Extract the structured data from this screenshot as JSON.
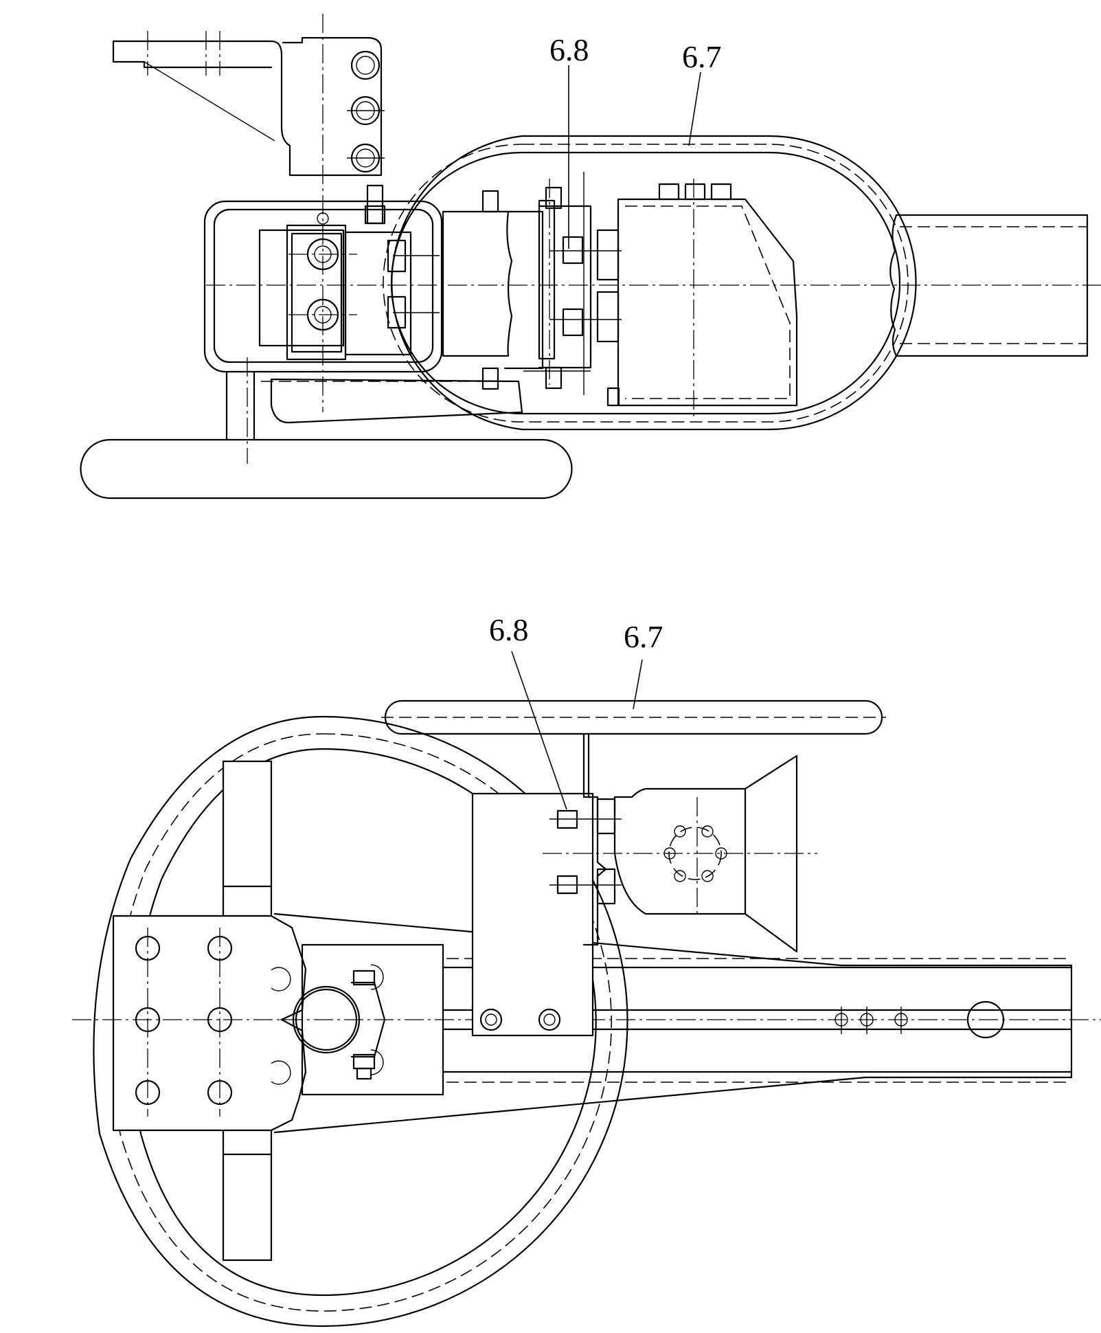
{
  "drawing": {
    "background_color": "#ffffff",
    "line_color": "#000000",
    "top_view": {
      "label_68": "6.8",
      "label_67": "6.7"
    },
    "bottom_view": {
      "label_68": "6.8",
      "label_67": "6.7"
    }
  }
}
